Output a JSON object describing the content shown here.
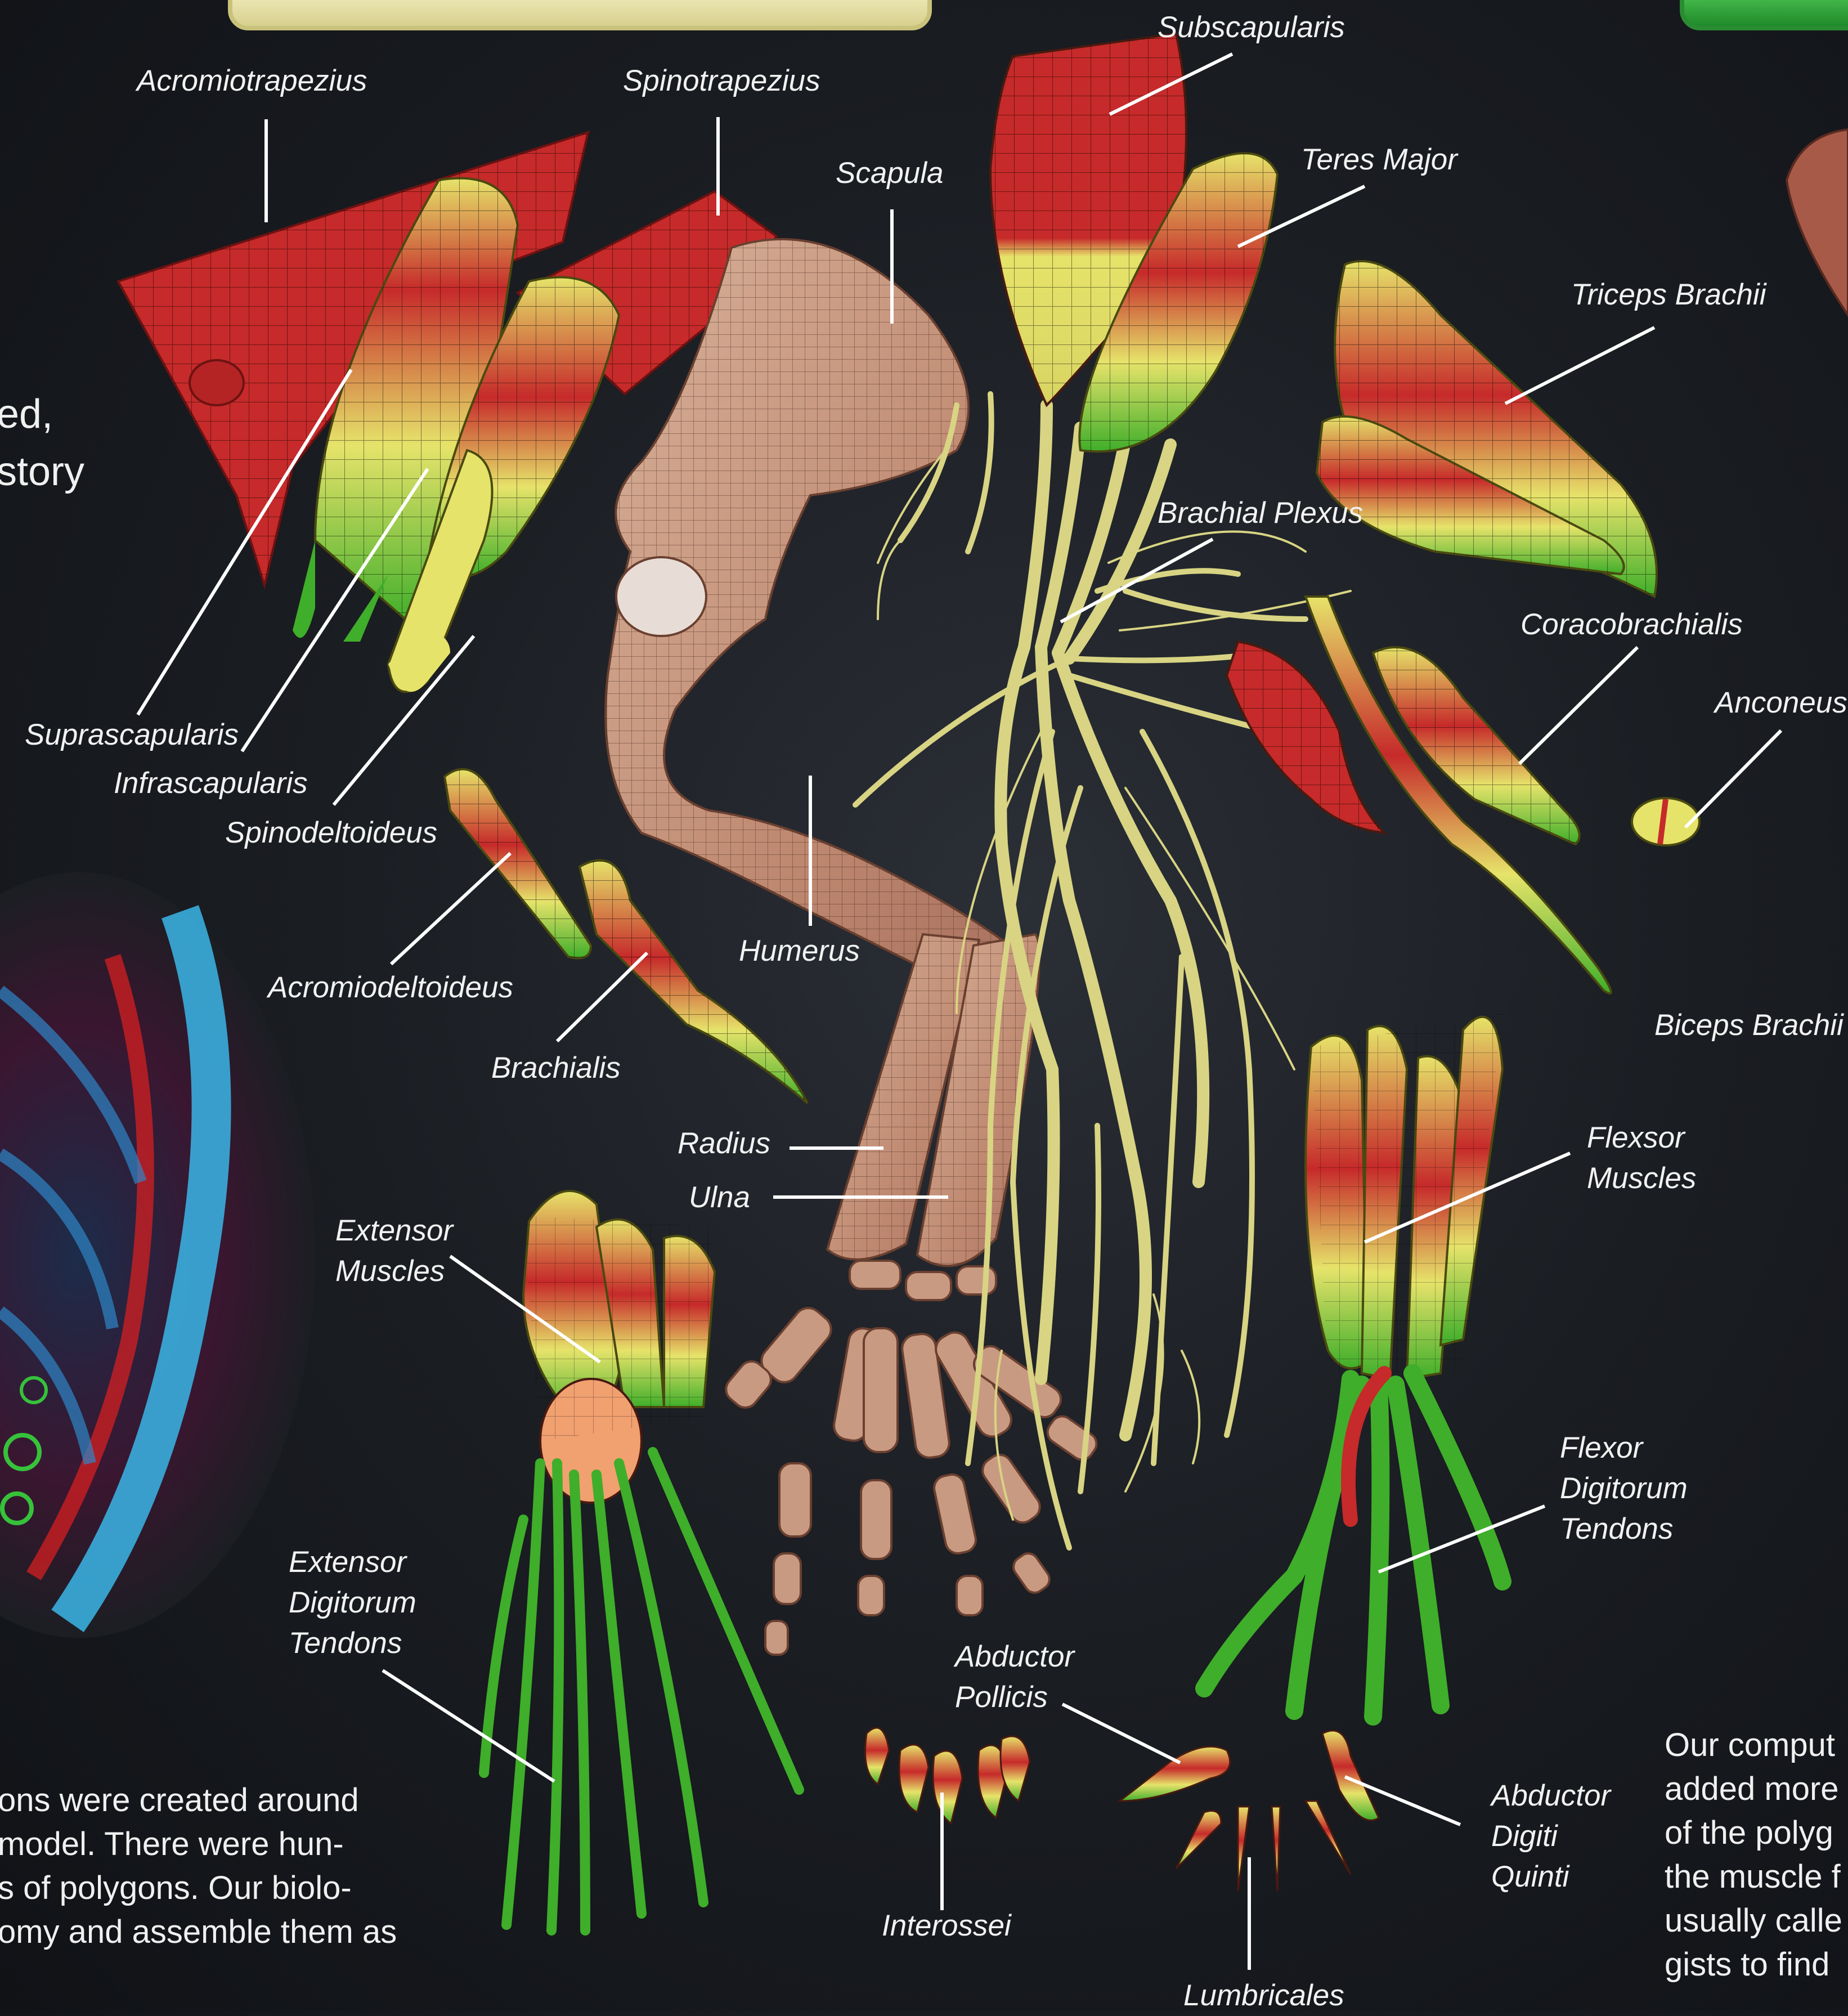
{
  "labels": {
    "acromiotrapezius": "Acromiotrapezius",
    "spinotrapezius": "Spinotrapezius",
    "scapula": "Scapula",
    "subscapularis": "Subscapularis",
    "teres_major": "Teres Major",
    "triceps_brachii": "Triceps Brachii",
    "brachial_plexus": "Brachial Plexus",
    "coracobrachialis": "Coracobrachialis",
    "anconeus": "Anconeus",
    "suprascapularis": "Suprascapularis",
    "infrascapularis": "Infrascapularis",
    "spinodeltoideus": "Spinodeltoideus",
    "acromiodeltoideus": "Acromiodeltoideus",
    "brachialis": "Brachialis",
    "humerus": "Humerus",
    "biceps_brachii": "Biceps Brachii",
    "radius": "Radius",
    "ulna": "Ulna",
    "flexsor_muscles": "Flexsor\nMuscles",
    "extensor_muscles": "Extensor\nMuscles",
    "flexor_digitorum_tendons": "Flexor\nDigitorum\nTendons",
    "extensor_digitorum_tendons": "Extensor\nDigitorum\nTendons",
    "abductor_pollicis": "Abductor\nPollicis",
    "abductor_digiti_quinti": "Abductor\nDigiti\nQuinti",
    "interossei": "Interossei",
    "lumbricales": "Lumbricales"
  },
  "left_text": {
    "fragment_top": "ed,\nstory",
    "paragraph": "ons were created around\nmodel. There were hun-\ns of polygons. Our biolo-\nomy and assemble them as"
  },
  "right_text": {
    "paragraph": "Our comput\nadded more\nof the polyg\nthe muscle f\nusually calle\ngists to find"
  },
  "colors": {
    "muscle_red": "#c62a2a",
    "muscle_yellow": "#e6e36a",
    "muscle_green": "#3fae2a",
    "bone": "#c99a82",
    "nerve": "#d8d483",
    "tab_fill": "#f2eeb8",
    "green_tab": "#34b43a"
  }
}
